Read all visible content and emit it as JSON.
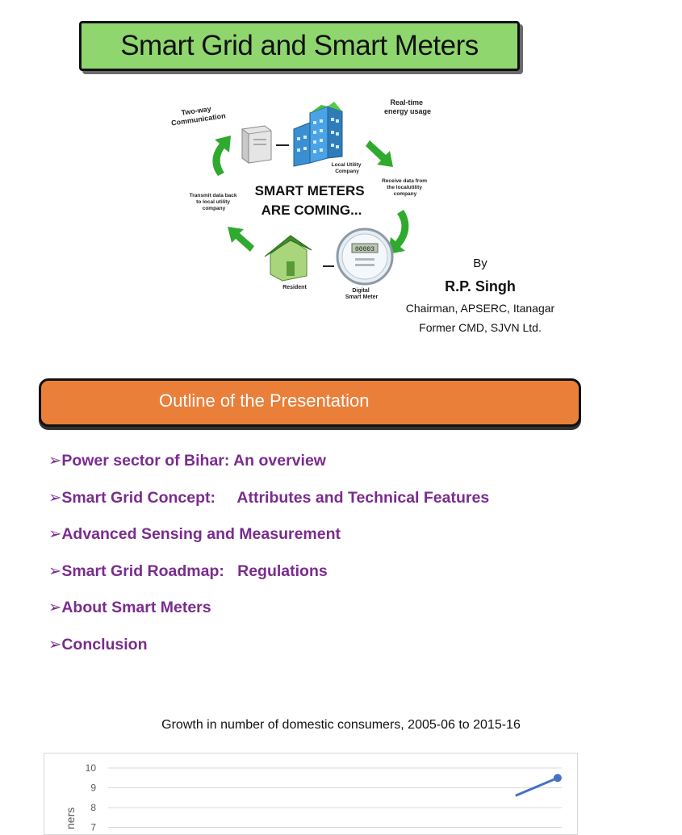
{
  "title": "Smart Grid and Smart Meters",
  "diagram": {
    "two_way": [
      "Two-way",
      "Communication"
    ],
    "realtime": [
      "Real-time",
      "energy usage"
    ],
    "local_utility": [
      "Local Utility",
      "Company"
    ],
    "receive": [
      "Receive data from",
      "the localutility",
      "company"
    ],
    "transmit": [
      "Transmit data back",
      "to local utility",
      "company"
    ],
    "headline": [
      "SMART METERS",
      "ARE COMING..."
    ],
    "resident": "Resident",
    "meter": [
      "Digital",
      "Smart Meter"
    ],
    "meter_reading": "00003"
  },
  "byline": {
    "by": "By",
    "author": "R.P. Singh",
    "role1": "Chairman, APSERC, Itanagar",
    "role2": "Former CMD, SJVN Ltd."
  },
  "outline": {
    "heading": "Outline of the Presentation",
    "items": [
      "➢Power sector of Bihar: An overview",
      "➢Smart Grid Concept:     Attributes and Technical Features",
      "➢Advanced Sensing and Measurement",
      "➢Smart Grid Roadmap:   Regulations",
      "➢About Smart Meters",
      "➢Conclusion"
    ]
  },
  "chart_data": {
    "type": "line",
    "title": "Growth in number of domestic consumers, 2005-06 to 2015-16",
    "ylabel": "ners",
    "yticks": [
      10,
      9,
      8,
      7
    ],
    "ylim": [
      7,
      10
    ],
    "grid": true,
    "series": [
      {
        "points": [
          [
            0.886,
            8.6
          ],
          [
            0.965,
            9.5
          ]
        ]
      }
    ],
    "color": "#4472c4"
  },
  "colors": {
    "title_bg": "#8fd66e",
    "outline_bg": "#ea7f3a",
    "outline_text": "#7a2c8e",
    "arrow": "#2faa2f"
  }
}
